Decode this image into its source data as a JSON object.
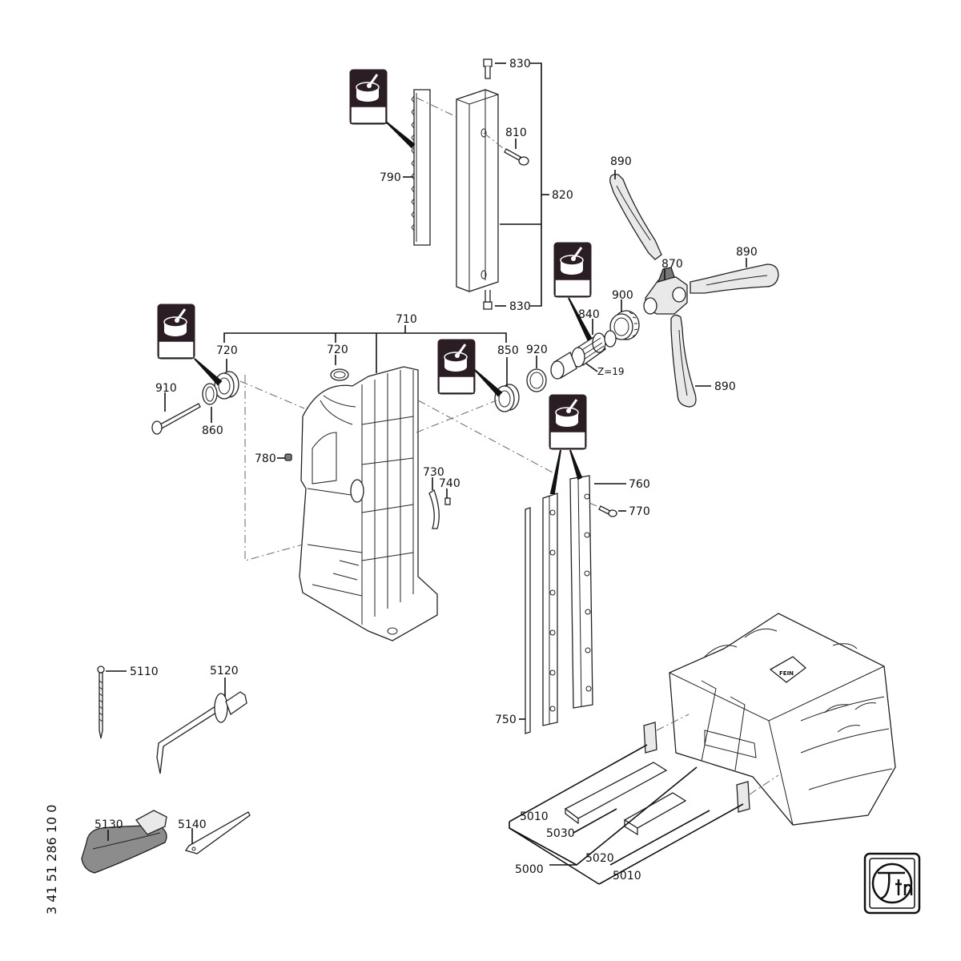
{
  "document_number": "3 41 51 286 10 0",
  "callouts": [
    {
      "id": "c830a",
      "label": "830"
    },
    {
      "id": "c810",
      "label": "810"
    },
    {
      "id": "c790",
      "label": "790"
    },
    {
      "id": "c820",
      "label": "820"
    },
    {
      "id": "c830b",
      "label": "830"
    },
    {
      "id": "c890a",
      "label": "890"
    },
    {
      "id": "c870",
      "label": "870"
    },
    {
      "id": "c890b",
      "label": "890"
    },
    {
      "id": "c900",
      "label": "900"
    },
    {
      "id": "c840",
      "label": "840"
    },
    {
      "id": "c710",
      "label": "710"
    },
    {
      "id": "c720a",
      "label": "720"
    },
    {
      "id": "c920",
      "label": "920"
    },
    {
      "id": "c720b",
      "label": "720"
    },
    {
      "id": "c850",
      "label": "850"
    },
    {
      "id": "cz19",
      "label": "Z=19"
    },
    {
      "id": "c890c",
      "label": "890"
    },
    {
      "id": "c910",
      "label": "910"
    },
    {
      "id": "c860",
      "label": "860"
    },
    {
      "id": "c780",
      "label": "780"
    },
    {
      "id": "c730",
      "label": "730"
    },
    {
      "id": "c740",
      "label": "740"
    },
    {
      "id": "c760",
      "label": "760"
    },
    {
      "id": "c770",
      "label": "770"
    },
    {
      "id": "c750",
      "label": "750"
    },
    {
      "id": "c5110",
      "label": "5110"
    },
    {
      "id": "c5120",
      "label": "5120"
    },
    {
      "id": "c5130",
      "label": "5130"
    },
    {
      "id": "c5140",
      "label": "5140"
    },
    {
      "id": "c5010a",
      "label": "5010"
    },
    {
      "id": "c5030",
      "label": "5030"
    },
    {
      "id": "c5020",
      "label": "5020"
    },
    {
      "id": "c5000",
      "label": "5000"
    },
    {
      "id": "c5010b",
      "label": "5010"
    }
  ],
  "logo_text": "FEIN",
  "icons": [
    "grease-icon",
    "fein-logo-icon"
  ]
}
